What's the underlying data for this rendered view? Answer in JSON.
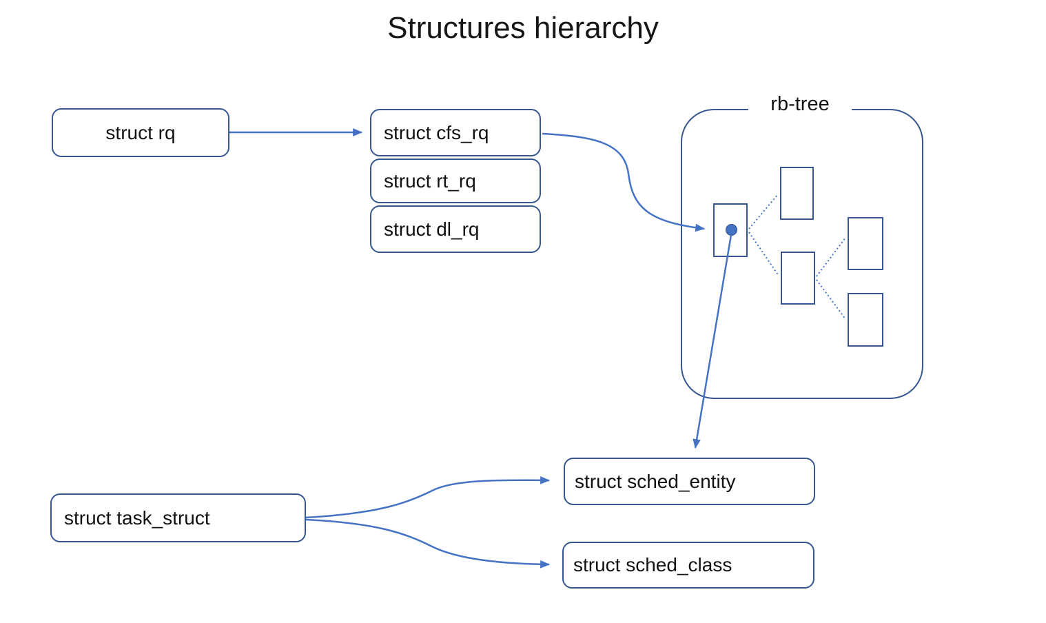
{
  "title": "Structures hierarchy",
  "boxes": {
    "rq": "struct rq",
    "cfs_rq": "struct cfs_rq",
    "rt_rq": "struct rt_rq",
    "dl_rq": "struct dl_rq",
    "task_struct": "struct task_struct",
    "sched_entity": "struct sched_entity",
    "sched_class": "struct sched_class"
  },
  "rb_tree": {
    "label": "rb-tree",
    "node_count": 5
  },
  "edges": [
    {
      "from": "struct rq",
      "to": "struct cfs_rq",
      "type": "solid-arrow"
    },
    {
      "from": "struct cfs_rq",
      "to": "rb-tree root node",
      "type": "solid-arrow"
    },
    {
      "from": "rb-tree root node",
      "to": "struct sched_entity",
      "type": "solid-arrow"
    },
    {
      "from": "struct task_struct",
      "to": "struct sched_entity",
      "type": "solid-arrow"
    },
    {
      "from": "struct task_struct",
      "to": "struct sched_class",
      "type": "solid-arrow"
    },
    {
      "from": "rb-tree root node",
      "to": "rb-tree child top",
      "type": "dotted"
    },
    {
      "from": "rb-tree root node",
      "to": "rb-tree child middle",
      "type": "dotted"
    },
    {
      "from": "rb-tree child middle",
      "to": "rb-tree child right-top",
      "type": "dotted"
    },
    {
      "from": "rb-tree child middle",
      "to": "rb-tree child right-bottom",
      "type": "dotted"
    }
  ],
  "colors": {
    "shape_border": "#35568E",
    "connector": "#4472C4",
    "node_dot": "#4472C4",
    "text": "#111111",
    "background": "#FFFFFF"
  }
}
